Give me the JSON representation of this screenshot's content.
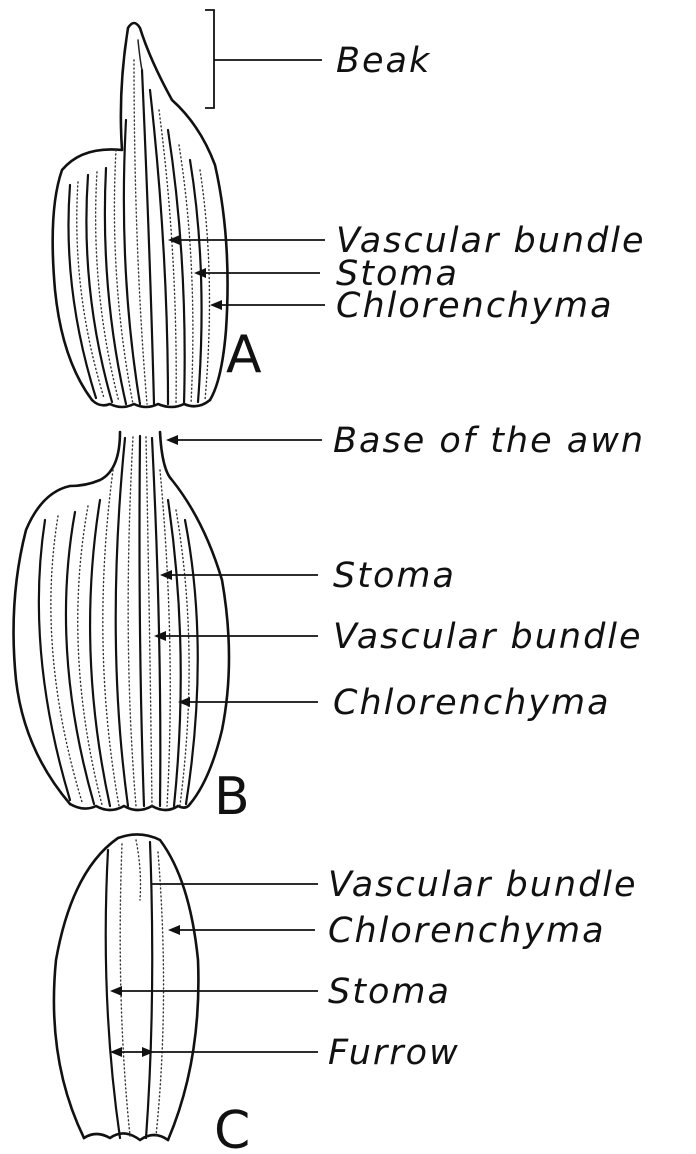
{
  "figure": {
    "panel_a": {
      "letter": "A",
      "labels": {
        "beak": "Beak",
        "vascular_bundle": "Vascular bundle",
        "stoma": "Stoma",
        "chlorenchyma": "Chlorenchyma"
      }
    },
    "panel_b": {
      "letter": "B",
      "labels": {
        "base_of_awn": "Base of the awn",
        "stoma": "Stoma",
        "vascular_bundle": "Vascular bundle",
        "chlorenchyma": "Chlorenchyma"
      }
    },
    "panel_c": {
      "letter": "C",
      "labels": {
        "vascular_bundle": "Vascular bundle",
        "chlorenchyma": "Chlorenchyma",
        "stoma": "Stoma",
        "furrow": "Furrow"
      }
    }
  }
}
